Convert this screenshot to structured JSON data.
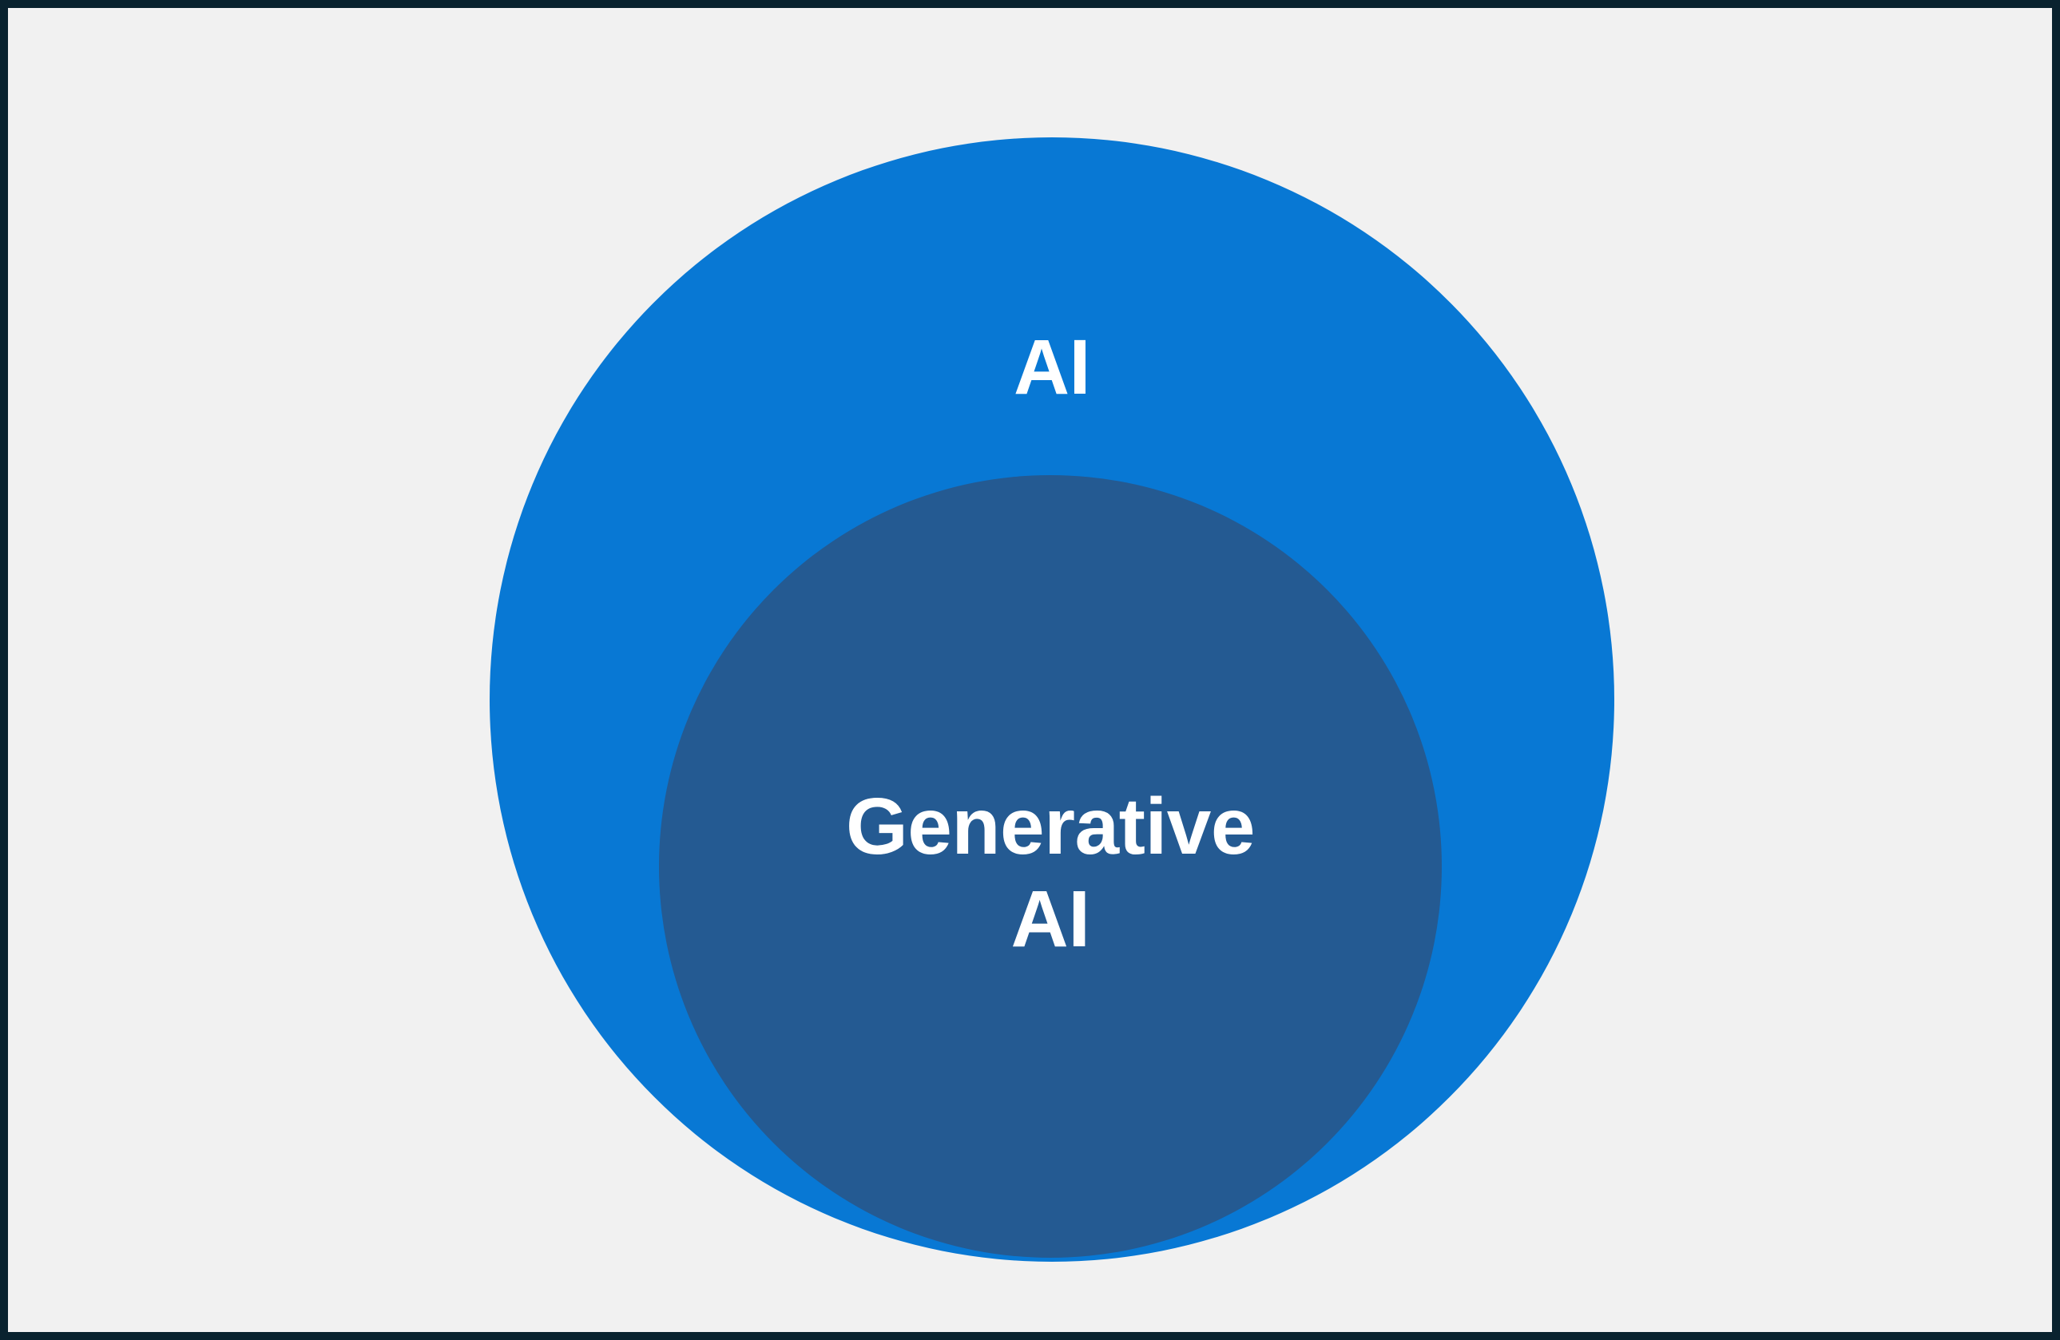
{
  "diagram": {
    "type": "venn-nested",
    "title": "",
    "background_color": "#f1f1f1",
    "border_color": "#09222f",
    "sets": [
      {
        "id": "ai",
        "label": "AI",
        "color": "#0878d4",
        "text_color": "#ffffff",
        "relationship": "superset"
      },
      {
        "id": "generative-ai",
        "label": "Generative\nAI",
        "label_lines": [
          "Generative",
          "AI"
        ],
        "color": "#245a92",
        "text_color": "#ffffff",
        "relationship": "subset-of-ai"
      }
    ]
  }
}
